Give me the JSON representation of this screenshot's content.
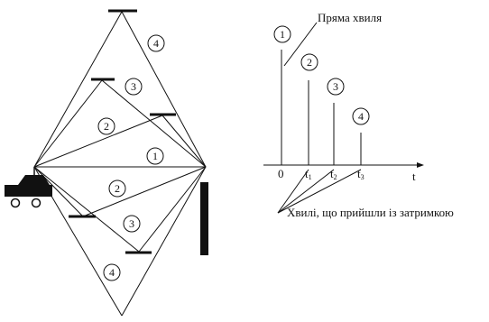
{
  "figure": {
    "ray_labels": {
      "r4_top": "4",
      "r3_top": "3",
      "r2_top": "2",
      "r1": "1",
      "r2_bot": "2",
      "r3_bot": "3",
      "r4_bot": "4"
    },
    "timeline": {
      "pulse_labels": {
        "p1": "1",
        "p2": "2",
        "p3": "3",
        "p4": "4"
      },
      "direct_wave_label": "Пряма хвиля",
      "delayed_waves_label": "Хвилі, що прийшли із затримкою",
      "axis_label": "t",
      "origin_label": "0",
      "ticks": [
        {
          "base": "t",
          "sub": "1"
        },
        {
          "base": "t",
          "sub": "2"
        },
        {
          "base": "t",
          "sub": "3"
        }
      ]
    },
    "colors": {
      "ink": "#111111",
      "background": "#ffffff"
    }
  }
}
